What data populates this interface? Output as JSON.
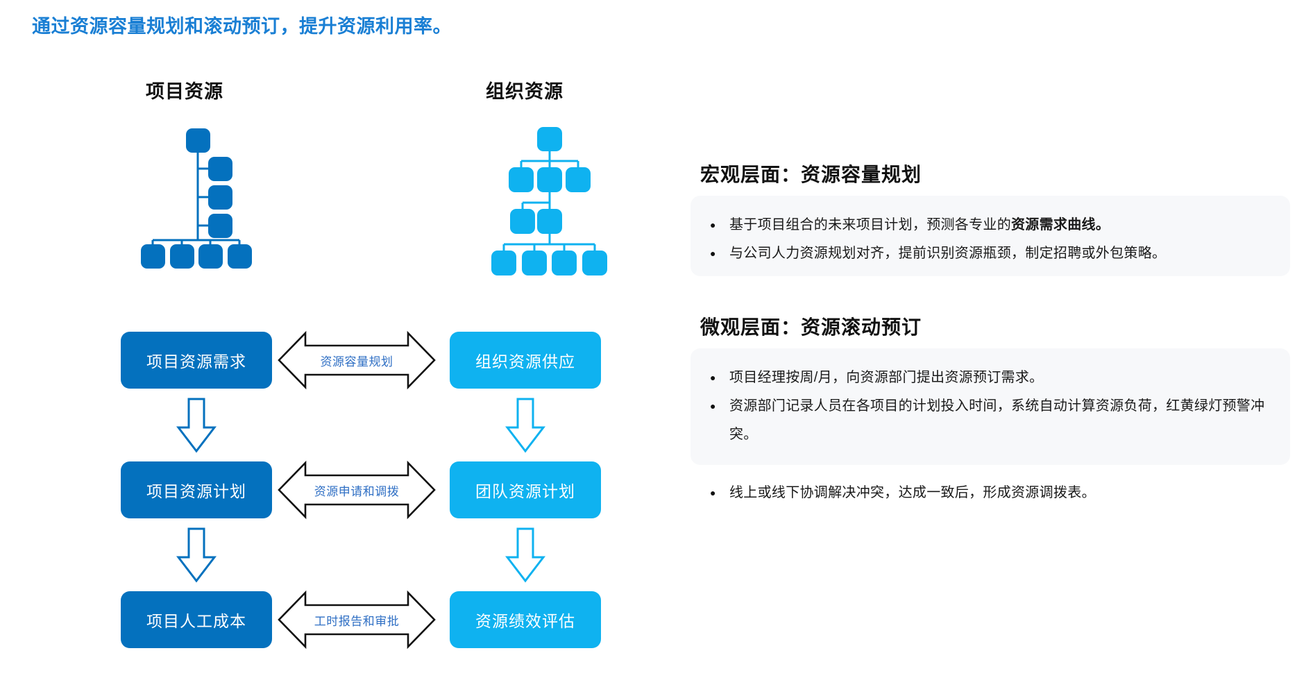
{
  "page": {
    "title": "通过资源容量规划和滚动预订，提升资源利用率。",
    "title_color": "#1a7fd4",
    "background": "#ffffff"
  },
  "colors": {
    "project_blue": "#0471be",
    "org_cyan": "#0fb2f0",
    "arrow_label_blue": "#2f6fc4",
    "card_bg": "#f7f8fa",
    "outline_arrow_left": "#0471be",
    "outline_arrow_right": "#0fb2f0",
    "bidi_arrow_stroke": "#111111"
  },
  "diagram": {
    "columns": [
      {
        "heading": "项目资源",
        "icon": "wbs-tree-icon"
      },
      {
        "heading": "组织资源",
        "icon": "org-chart-icon"
      }
    ],
    "rows": [
      {
        "left_node": "项目资源需求",
        "relation": "资源容量规划",
        "right_node": "组织资源供应"
      },
      {
        "left_node": "项目资源计划",
        "relation": "资源申请和调拨",
        "right_node": "团队资源计划"
      },
      {
        "left_node": "项目人工成本",
        "relation": "工时报告和审批",
        "right_node": "资源绩效评估"
      }
    ],
    "flow_arrows": [
      {
        "name": "down-arrow-left-1"
      },
      {
        "name": "down-arrow-left-2"
      },
      {
        "name": "down-arrow-right-1"
      },
      {
        "name": "down-arrow-right-2"
      }
    ]
  },
  "sections": [
    {
      "title": "宏观层面：资源容量规划",
      "bullets": [
        {
          "prefix": "基于项目组合的未来项目计划，预测各专业的",
          "strong": "资源需求曲线。",
          "suffix": ""
        },
        {
          "prefix": "与公司人力资源规划对齐，提前识别资源瓶颈，制定招聘或外包策略。",
          "strong": "",
          "suffix": ""
        }
      ]
    },
    {
      "title": "微观层面：资源滚动预订",
      "bullets": [
        {
          "prefix": "项目经理按周/月，向资源部门提出资源预订需求。",
          "strong": "",
          "suffix": ""
        },
        {
          "prefix": "资源部门记录人员在各项目的计划投入时间，系统自动计算资源负荷，红黄绿灯预警冲突。",
          "strong": "",
          "suffix": ""
        }
      ],
      "trailing_bullet": "线上或线下协调解决冲突，达成一致后，形成资源调拨表。"
    }
  ]
}
